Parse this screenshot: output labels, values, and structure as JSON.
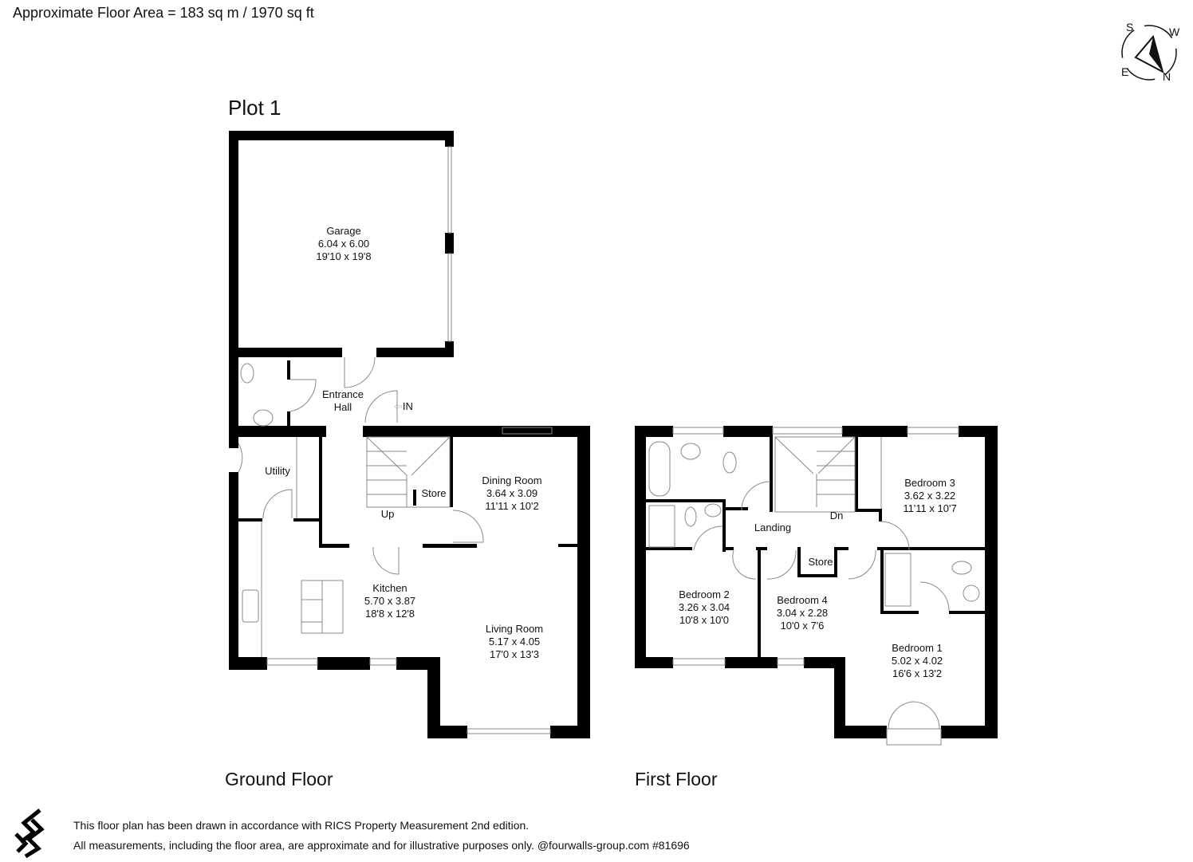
{
  "header": {
    "floor_area": "Approximate Floor Area = 183 sq m / 1970 sq ft",
    "plot_title": "Plot 1"
  },
  "compass": {
    "icon": "compass-icon",
    "labels": {
      "s": "S",
      "w": "W",
      "e": "E",
      "n": "N"
    }
  },
  "ground_floor": {
    "label": "Ground Floor",
    "rooms": [
      {
        "name": "Garage",
        "metric": "6.04 x 6.00",
        "imperial": "19'10 x 19'8"
      },
      {
        "name": "Entrance",
        "name2": "Hall"
      },
      {
        "name": "Utility"
      },
      {
        "name": "Dining Room",
        "metric": "3.64 x 3.09",
        "imperial": "11'11 x 10'2"
      },
      {
        "name": "Store"
      },
      {
        "name": "Kitchen",
        "metric": "5.70 x 3.87",
        "imperial": "18'8 x 12'8"
      },
      {
        "name": "Living Room",
        "metric": "5.17 x 4.05",
        "imperial": "17'0 x 13'3"
      }
    ],
    "annotations": {
      "stairs": "Up",
      "entrance": "IN",
      "entrance_icon": "arrow-left-icon"
    }
  },
  "first_floor": {
    "label": "First Floor",
    "rooms": [
      {
        "name": "Bedroom 3",
        "metric": "3.62 x 3.22",
        "imperial": "11'11 x 10'7"
      },
      {
        "name": "Landing"
      },
      {
        "name": "Bedroom 2",
        "metric": "3.26 x 3.04",
        "imperial": "10'8 x 10'0"
      },
      {
        "name": "Bedroom 4",
        "metric": "3.04 x 2.28",
        "imperial": "10'0 x 7'6"
      },
      {
        "name": "Store"
      },
      {
        "name": "Bedroom 1",
        "metric": "5.02 x 4.02",
        "imperial": "16'6 x 13'2"
      }
    ],
    "annotations": {
      "stairs": "Dn"
    }
  },
  "footer": {
    "logo_icon": "fourwalls-logo-icon",
    "line1": "This floor plan has been drawn in accordance with RICS Property Measurement 2nd edition.",
    "line2": "All measurements, including the floor area, are approximate and for illustrative purposes only. @fourwalls-group.com #81696"
  }
}
